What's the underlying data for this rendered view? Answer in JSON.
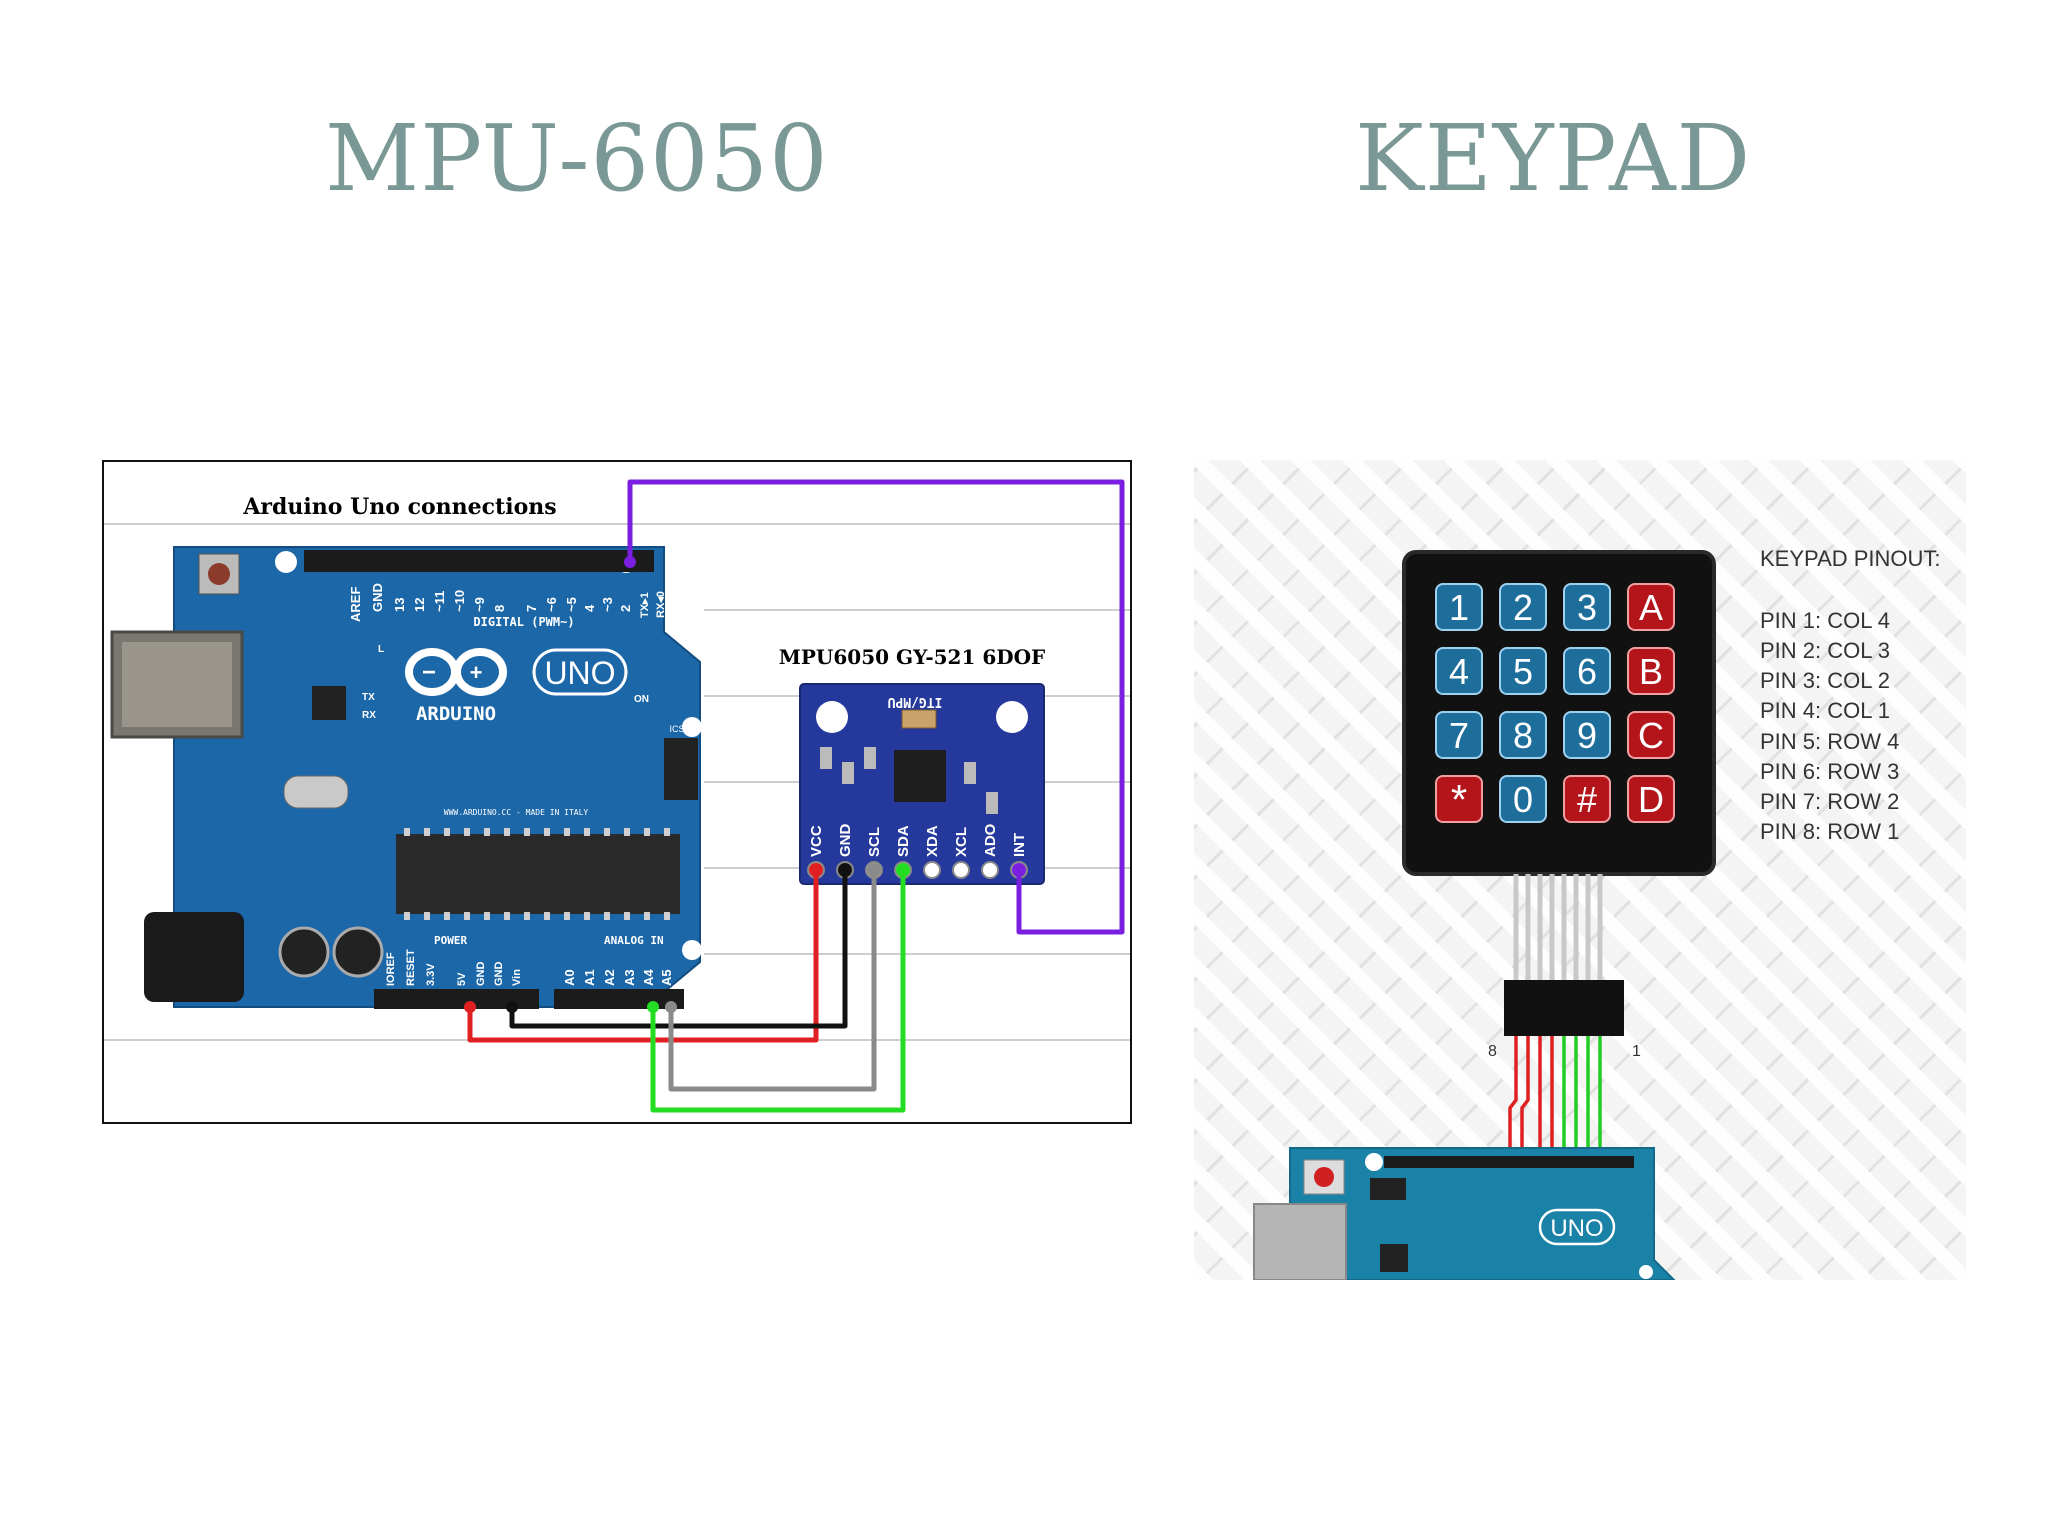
{
  "slide": {
    "left_title": "MPU-6050",
    "right_title": "KEYPAD"
  },
  "mpu_diagram": {
    "caption": "Arduino Uno connections",
    "module_label": "MPU6050 GY-521 6DOF",
    "module_chip_label": "ITG/MPU",
    "module_pins": [
      "VCC",
      "GND",
      "SCL",
      "SDA",
      "XDA",
      "XCL",
      "ADO",
      "INT"
    ],
    "arduino": {
      "logo_text": "ARDUINO",
      "model": "UNO",
      "digital_label": "DIGITAL (PWM~)",
      "power_label": "POWER",
      "analog_label": "ANALOG IN",
      "website": "WWW.ARDUINO.CC - MADE IN ITALY",
      "digital_pins": [
        "AREF",
        "GND",
        "13",
        "12",
        "~11",
        "~10",
        "~9",
        "8",
        "7",
        "~6",
        "~5",
        "4",
        "~3",
        "2",
        "TX▸1",
        "RX◂0"
      ],
      "power_pins": [
        "IOREF",
        "RESET",
        "3.3V",
        "5V",
        "GND",
        "GND",
        "Vin"
      ],
      "analog_pins": [
        "A0",
        "A1",
        "A2",
        "A3",
        "A4",
        "A5"
      ],
      "on_label": "ON",
      "tx_label": "TX",
      "rx_label": "RX",
      "l_label": "L",
      "icsp_label": "ICSP"
    },
    "wires": [
      {
        "from": "5V",
        "to": "VCC",
        "color": "#e02020"
      },
      {
        "from": "GND",
        "to": "GND",
        "color": "#111111"
      },
      {
        "from": "A5",
        "to": "SCL",
        "color": "#8a8a8a"
      },
      {
        "from": "A4",
        "to": "SDA",
        "color": "#22dd22"
      },
      {
        "from": "2",
        "to": "INT",
        "color": "#7a1fe0"
      }
    ]
  },
  "keypad_diagram": {
    "pinout_title": "KEYPAD PINOUT:",
    "pinout": [
      "PIN 1: COL 4",
      "PIN 2: COL 3",
      "PIN 3: COL 2",
      "PIN 4: COL 1",
      "PIN 5: ROW 4",
      "PIN 6: ROW 3",
      "PIN 7: ROW 2",
      "PIN 8: ROW 1"
    ],
    "keys": [
      [
        "1",
        "2",
        "3",
        "A"
      ],
      [
        "4",
        "5",
        "6",
        "B"
      ],
      [
        "7",
        "8",
        "9",
        "C"
      ],
      [
        "*",
        "0",
        "#",
        "D"
      ]
    ],
    "connector_left_label": "8",
    "connector_right_label": "1",
    "board_model": "UNO",
    "key_color_digit": "#1d6e9b",
    "key_color_letter": "#b3151b"
  }
}
